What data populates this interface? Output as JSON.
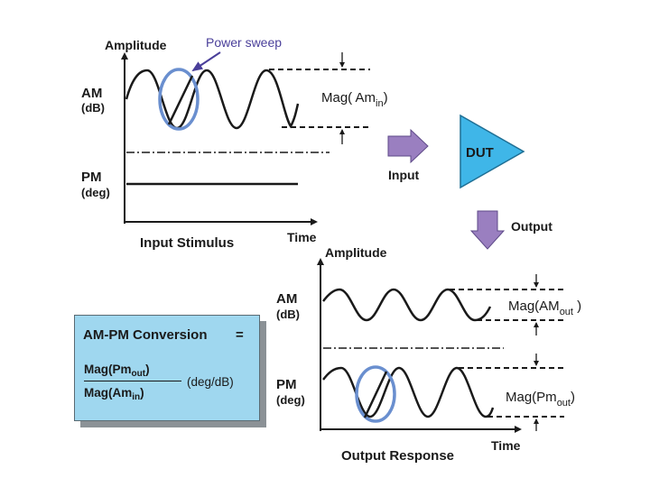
{
  "input_plot": {
    "y_axis_label": "Amplitude",
    "x_axis_label": "Time",
    "am_label": "AM",
    "am_unit": "(dB)",
    "pm_label": "PM",
    "pm_unit": "(deg)",
    "caption": "Input Stimulus",
    "power_sweep_label": "Power sweep",
    "mag_label": "Mag( Am",
    "mag_sub": "in",
    "mag_close": ")"
  },
  "flow": {
    "input_label": "Input",
    "dut_label": "DUT",
    "output_label": "Output"
  },
  "output_plot": {
    "y_axis_label": "Amplitude",
    "x_axis_label": "Time",
    "am_label": "AM",
    "am_unit": "(dB)",
    "pm_label": "PM",
    "pm_unit": "(deg)",
    "caption": "Output Response",
    "mag_am_label": "Mag(AM",
    "mag_am_sub": "out",
    "mag_am_close": " )",
    "mag_pm_label": "Mag(Pm",
    "mag_pm_sub": "out",
    "mag_pm_close": ")"
  },
  "equation": {
    "title": "AM-PM Conversion",
    "equals": "=",
    "numerator": "Mag(Pm",
    "numerator_sub": "out",
    "numerator_close": ")",
    "denominator": "Mag(Am",
    "denominator_sub": "in",
    "denominator_close": ")",
    "unit": "(deg/dB)"
  },
  "colors": {
    "ink": "#1a1a1a",
    "sweep_ring": "#6a8fcf",
    "arrow_fill": "#9a7fc0",
    "dut_fill": "#3fb6e8",
    "equation_box": "#9fd7ef"
  }
}
